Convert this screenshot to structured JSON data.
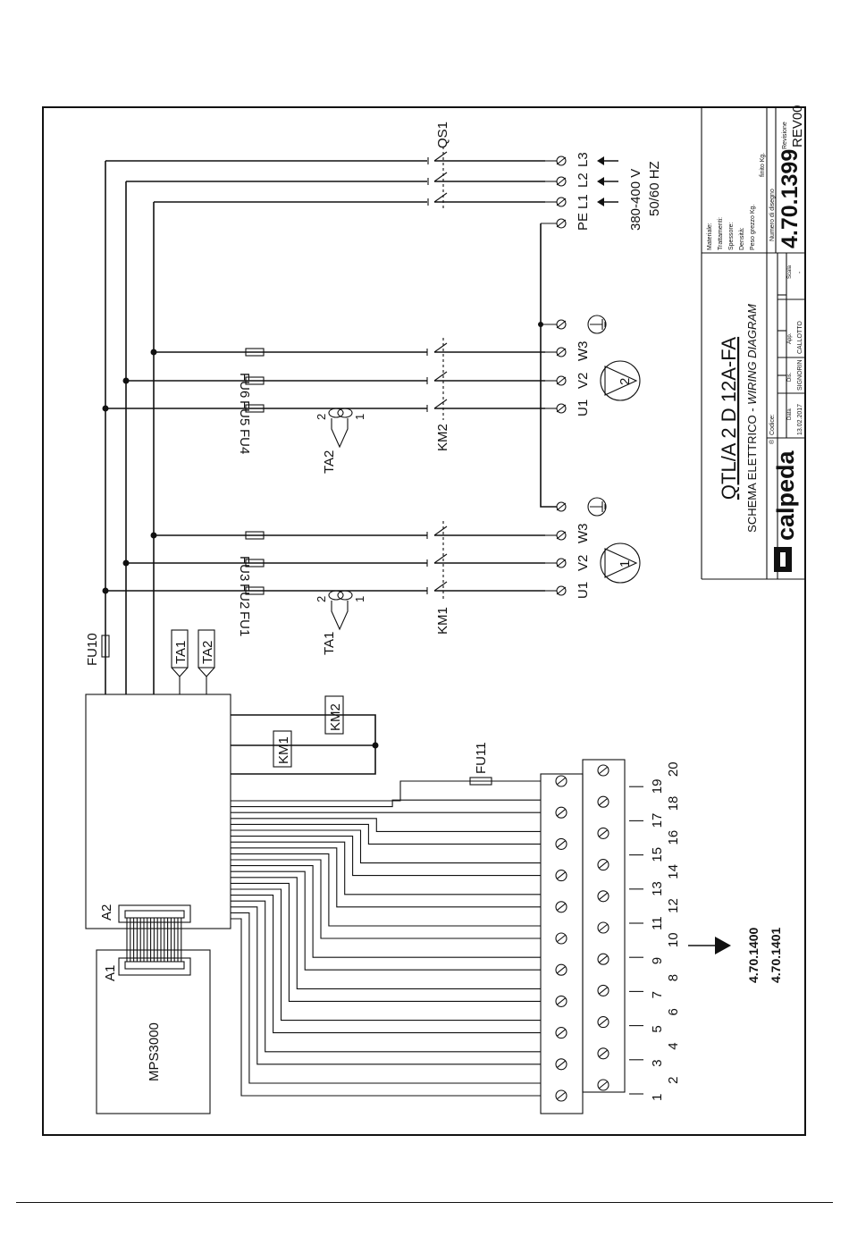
{
  "title_block": {
    "model": "QTL/A 2 D 12A-FA",
    "subtitle_prefix": "SCHEMA ELETTRICO - ",
    "subtitle_emphasis": "WIRING DIAGRAM",
    "brand": "calpeda",
    "registered": "®",
    "codice_label": "Codice:",
    "data_label": "Data",
    "data_value": "13.02.2017",
    "dis_label": "Dis.",
    "dis_value": "SIGNORIN",
    "app_label": "App.",
    "app_value": "CALLOTTO",
    "scala_label": "Scala",
    "scala_value": "-",
    "materiale": "Materiale:",
    "trattamenti": "Trattamenti:",
    "spessore": "Spessore:",
    "densita": "Densità:",
    "peso_grezzo": "Peso grezzo Kg.",
    "finito": "finito Kg.",
    "numero_label": "Numero di disegno",
    "numero_value": "4.70.1399",
    "revisione_label": "Revisione",
    "revisione_value": "REV00"
  },
  "supply": {
    "switch": "QS1",
    "terminals": [
      "PE",
      "L1",
      "L2",
      "L3"
    ],
    "voltage": "380-400 V",
    "frequency": "50/60 HZ"
  },
  "motors": [
    {
      "number": "1",
      "contactor": "KM1",
      "sensor": "TA1",
      "fuses": [
        "FU1",
        "FU2",
        "FU3"
      ],
      "terminals": [
        "U1",
        "V2",
        "W3"
      ]
    },
    {
      "number": "2",
      "contactor": "KM2",
      "sensor": "TA2",
      "fuses": [
        "FU4",
        "FU5",
        "FU6"
      ],
      "terminals": [
        "U1",
        "V2",
        "W3"
      ]
    }
  ],
  "sensor_pins": [
    "2",
    "1"
  ],
  "control": {
    "fuse_main": "FU10",
    "fuse_aux": "FU11",
    "module_a2": "A2",
    "module_a1": "A1",
    "display_unit": "MPS3000",
    "inputs": [
      "TA1",
      "TA2"
    ],
    "coils": [
      "KM1",
      "KM2"
    ]
  },
  "terminal_numbers": [
    "1",
    "2",
    "3",
    "4",
    "5",
    "6",
    "7",
    "8",
    "9",
    "10",
    "11",
    "12",
    "13",
    "14",
    "15",
    "16",
    "17",
    "18",
    "19",
    "20"
  ],
  "reference": {
    "drawings": [
      "4.70.1400",
      "4.70.1401"
    ]
  }
}
